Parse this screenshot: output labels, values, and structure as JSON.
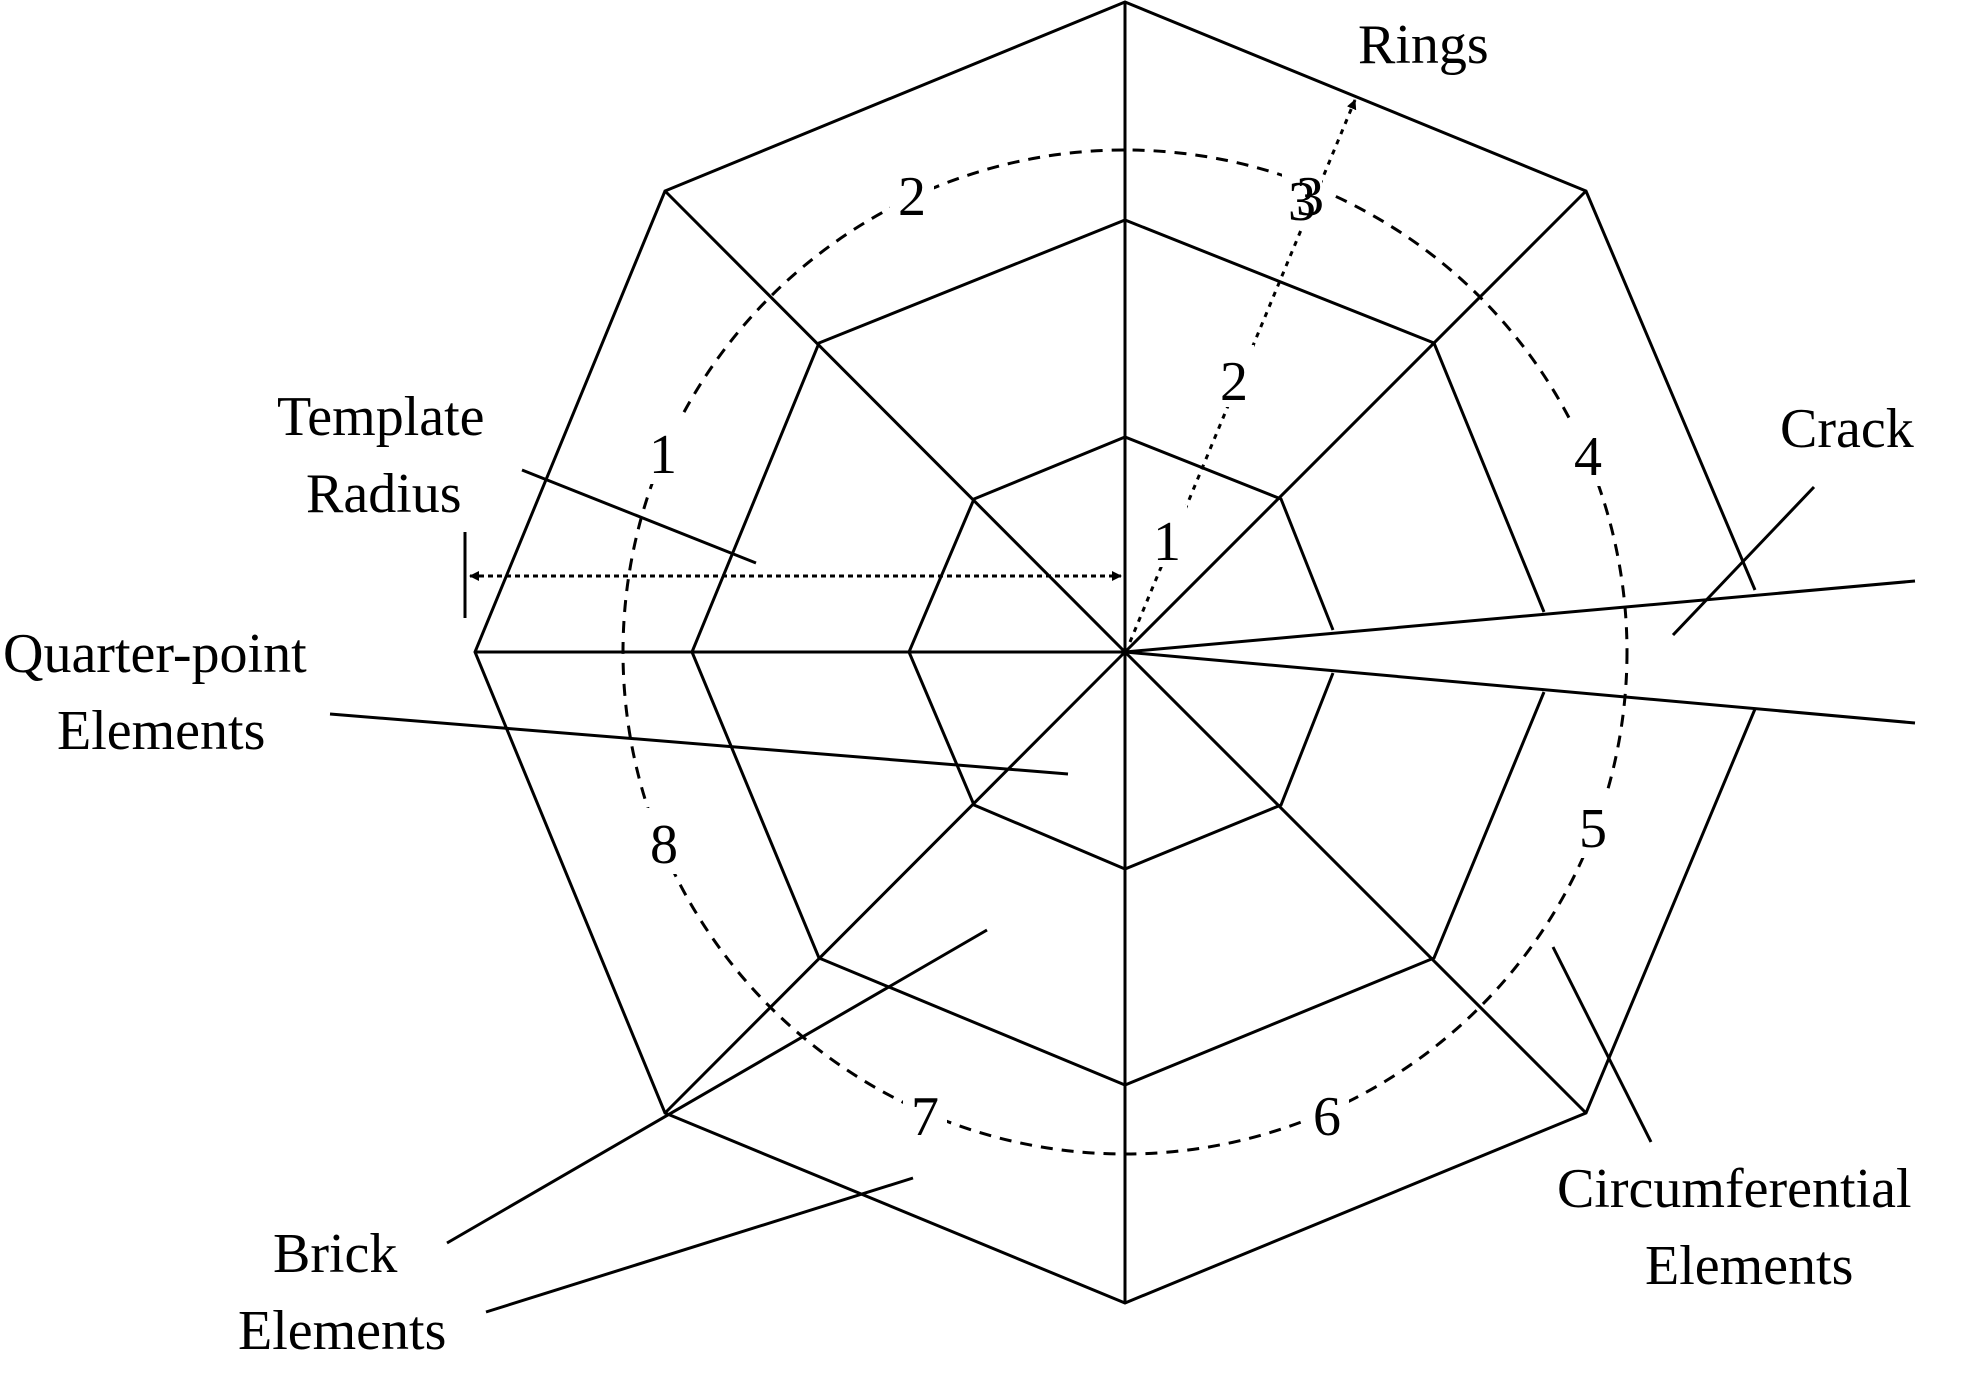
{
  "diagram": {
    "labels": {
      "rings": "Rings",
      "crack": "Crack",
      "template_line1": "Template",
      "template_line2": "Radius",
      "quarter_line1": "Quarter-point",
      "quarter_line2": "Elements",
      "brick_line1": "Brick",
      "brick_line2": "Elements",
      "circ_line1": "Circumferential",
      "circ_line2": "Elements"
    },
    "ring_numbers": [
      "1",
      "2",
      "3"
    ],
    "sector_numbers": [
      "1",
      "2",
      "3",
      "4",
      "5",
      "6",
      "7",
      "8"
    ],
    "colors": {
      "line": "#000000",
      "background": "#ffffff"
    }
  }
}
